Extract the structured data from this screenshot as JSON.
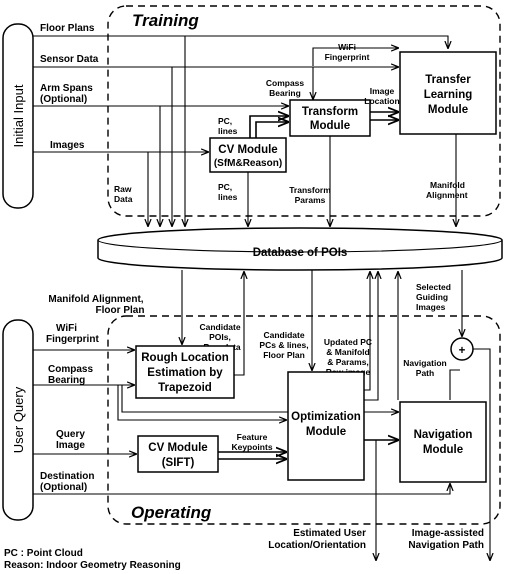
{
  "sections": {
    "training": "Training",
    "operating": "Operating",
    "initial_input": "Initial Input",
    "user_query": "User Query"
  },
  "inputs": {
    "floor_plans": "Floor Plans",
    "sensor_data": "Sensor Data",
    "arm_spans_1": "Arm Spans",
    "arm_spans_2": "(Optional)",
    "images": "Images",
    "wifi_fp_1": "WiFi",
    "wifi_fp_2": "Fingerprint",
    "compass_1": "Compass",
    "compass_2": "Bearing",
    "query_1": "Query",
    "query_2": "Image",
    "dest_1": "Destination",
    "dest_2": "(Optional)"
  },
  "modules": {
    "transform_1": "Transform",
    "transform_2": "Module",
    "transfer_1": "Transfer",
    "transfer_2": "Learning",
    "transfer_3": "Module",
    "cv_train_1": "CV Module",
    "cv_train_2": "(SfM&Reason)",
    "database": "Database of POIs",
    "rough_1": "Rough Location",
    "rough_2": "Estimation by",
    "rough_3": "Trapezoid",
    "cv_op_1": "CV Module",
    "cv_op_2": "(SIFT)",
    "opt_1": "Optimization",
    "opt_2": "Module",
    "nav_1": "Navigation",
    "nav_2": "Module",
    "plus": "+"
  },
  "labels": {
    "wifi_train_1": "WiFi",
    "wifi_train_2": "Fingerprint",
    "compass_train_1": "Compass",
    "compass_train_2": "Bearing",
    "image_loc_1": "Image",
    "image_loc_2": "Location",
    "pc_lines_a_1": "PC,",
    "pc_lines_a_2": "lines",
    "pc_lines_b_1": "PC,",
    "pc_lines_b_2": "lines",
    "raw_data_1": "Raw",
    "raw_data_2": "Data",
    "transform_params_1": "Transform",
    "transform_params_2": "Params",
    "manifold_align_1": "Manifold",
    "manifold_align_2": "Alignment",
    "manifold_fp_1": "Manifold Alignment,",
    "manifold_fp_2": "Floor Plan",
    "cand_pois_1": "Candidate",
    "cand_pois_2": "POIs,",
    "cand_pois_3": "Raw data",
    "cand_pcs_1": "Candidate",
    "cand_pcs_2": "PCs & lines,",
    "cand_pcs_3": "Floor Plan",
    "updated_1": "Updated PC",
    "updated_2": "& Manifold",
    "updated_3": "& Params,",
    "updated_4": "Raw image",
    "selected_1": "Selected",
    "selected_2": "Guiding",
    "selected_3": "Images",
    "nav_path_1": "Navigation",
    "nav_path_2": "Path",
    "feature_1": "Feature",
    "feature_2": "Keypoints",
    "est_user_1": "Estimated User",
    "est_user_2": "Location/Orientation",
    "img_nav_1": "Image-assisted",
    "img_nav_2": "Navigation Path"
  },
  "legend": {
    "pc": "PC : Point Cloud",
    "reason": "Reason: Indoor Geometry Reasoning"
  }
}
